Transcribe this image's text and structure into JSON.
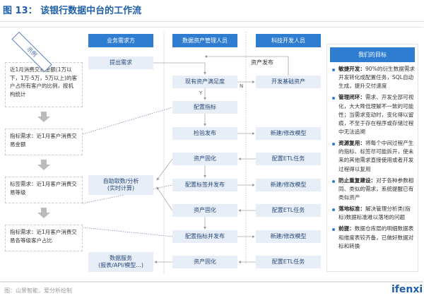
{
  "title": "图 13： 该银行数据中台的工作流",
  "lanes": [
    "业务需求方",
    "数据资产管理人员",
    "科技开发人员"
  ],
  "example_tag": "示例",
  "examples": [
    "近1月消费交易金额(1万以下，1万-5万，5万以上)的客户占所有客户的比例，按机构统计",
    "指标需求：近1月客户消费交易金额",
    "标签需求：近1月客户消费交易等级",
    "指标需求：近1月客户消费交易各等级客户占比"
  ],
  "business": {
    "raise": "提出需求",
    "self_service": "自助取数/分析",
    "self_service_sub": "(实时计算)",
    "data_service": "数据服务",
    "data_service_sub": "(报表/API/模型...)"
  },
  "asset_mgmt": [
    "现有资产满足度",
    "配置指标",
    "检验发布",
    "资产固化",
    "配置标签并发布",
    "资产固化",
    "配置指标并发布",
    "资产固化"
  ],
  "tech_dev": [
    "开发基础资产",
    "新建/修改模型",
    "配置ETL任务",
    "新建/修改模型",
    "配置ETL任务",
    "新建/修改模型",
    "配置ETL任务"
  ],
  "flow_labels": {
    "publish": "资产发布",
    "yes": "Y",
    "no": "N"
  },
  "goals_title": "我们的目标",
  "goals": [
    {
      "k": "敏捷开发：",
      "v": "90%的衍生数据需求开发转化成配置任务，SQL自动生成，提升交付速度"
    },
    {
      "k": "管理闭环：",
      "v": "需求、开发全部可视化，大大降低理解不一致的可能性；当需求变动时，变化得以留痕，不至于存在程序或存储过程中无法追溯"
    },
    {
      "k": "资源复用：",
      "v": "将每个中间过程产生的指标、标签尽可能拆开，使未来的其他需求直接使用或者开发过程得以复用"
    },
    {
      "k": "防止重复建设：",
      "v": "对于各种参数相同、类似的需求，系统提醒已有类似资产"
    },
    {
      "k": "落地标准：",
      "v": "解决管理分析类(指标)数据标准难以落地的问题"
    },
    {
      "k": "前提：",
      "v": "数据仓库层的明细数据表和维度表较齐备，已做好数据对标和转换"
    }
  ],
  "source": "图：山景智能，爱分析绘制",
  "logo": "ifenxi"
}
